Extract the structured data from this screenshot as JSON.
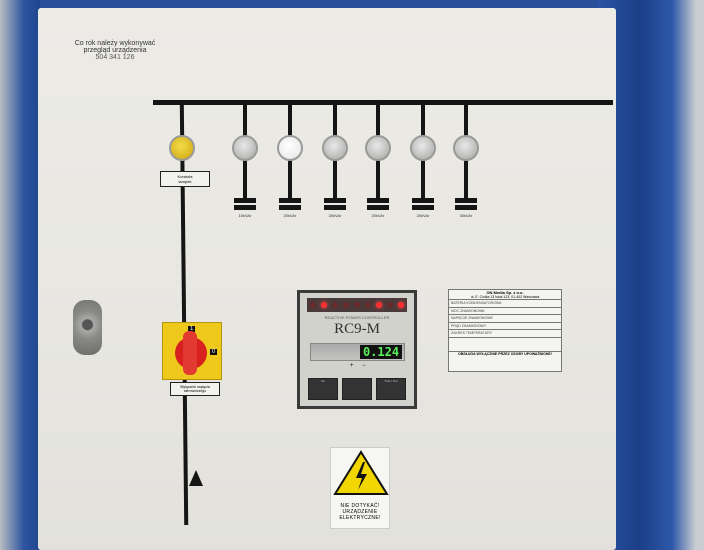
{
  "notice": {
    "line1": "Co rok należy wykonywać",
    "line2": "przegląd urządzenia",
    "phone": "504 341 126"
  },
  "indicator": {
    "label_line1": "Kontrola",
    "label_line2": "lampek",
    "color": "#e3c22a"
  },
  "steps": [
    {
      "label": "10kVAr",
      "lit": false
    },
    {
      "label": "20kVAr",
      "lit": true
    },
    {
      "label": "20kVAr",
      "lit": false
    },
    {
      "label": "20kVAr",
      "lit": false
    },
    {
      "label": "20kVAr",
      "lit": false
    },
    {
      "label": "30kVAr",
      "lit": false
    }
  ],
  "controller": {
    "title": "REACTIVE POWER CONTROLLER",
    "model": "RC9-M",
    "display": "0.124",
    "leds": [
      "1",
      "2",
      "3",
      "4",
      "5",
      "6",
      "7",
      "8",
      "9"
    ],
    "leds_on": [
      2,
      7,
      9
    ],
    "plus": "+",
    "minus": "−",
    "sections": [
      "Uo",
      "",
      "Tmp / Ton"
    ]
  },
  "switch": {
    "pos_on": "1",
    "pos_off": "0",
    "label": "Wyłącznik napięcia sterowniczego"
  },
  "nameplate": {
    "company": "ON Media Sp. z o.o.",
    "address": "ul. E. Ciołka 13 lokal 123, 01-402 Warszawa",
    "rows": [
      "BATERIA KONDENSATOROWA",
      "MOC ZNAMIONOWA",
      "NAPIĘCIE ZNAMIONOWE",
      "PRĄD ZNAMIONOWY",
      "ZAKRES TEMPERATURY"
    ],
    "footer": "OBSŁUGA WYŁĄCZNIE PRZEZ OSOBY UPOWAŻNIONE!"
  },
  "warning": {
    "line1": "NIE DOTYKAĆ!",
    "line2": "URZĄDZENIE",
    "line3": "ELEKTRYCZNE!"
  }
}
